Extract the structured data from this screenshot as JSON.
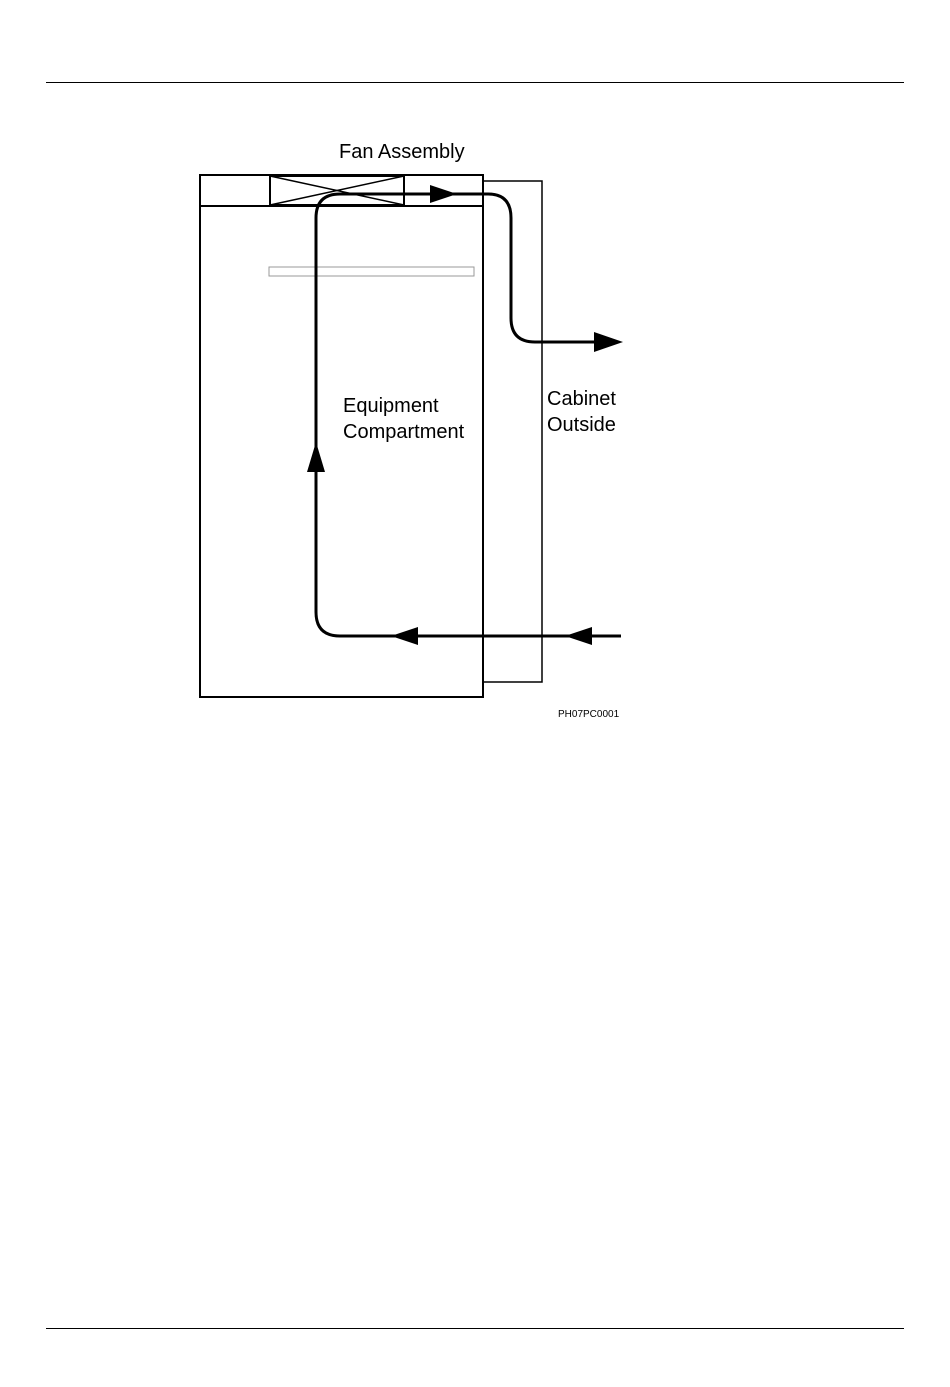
{
  "labels": {
    "fan_assembly": "Fan Assembly",
    "equipment_line1": "Equipment",
    "equipment_line2": "Compartment",
    "cabinet_line1": "Cabinet",
    "cabinet_line2": "Outside",
    "figure_code": "PH07PC0001"
  }
}
